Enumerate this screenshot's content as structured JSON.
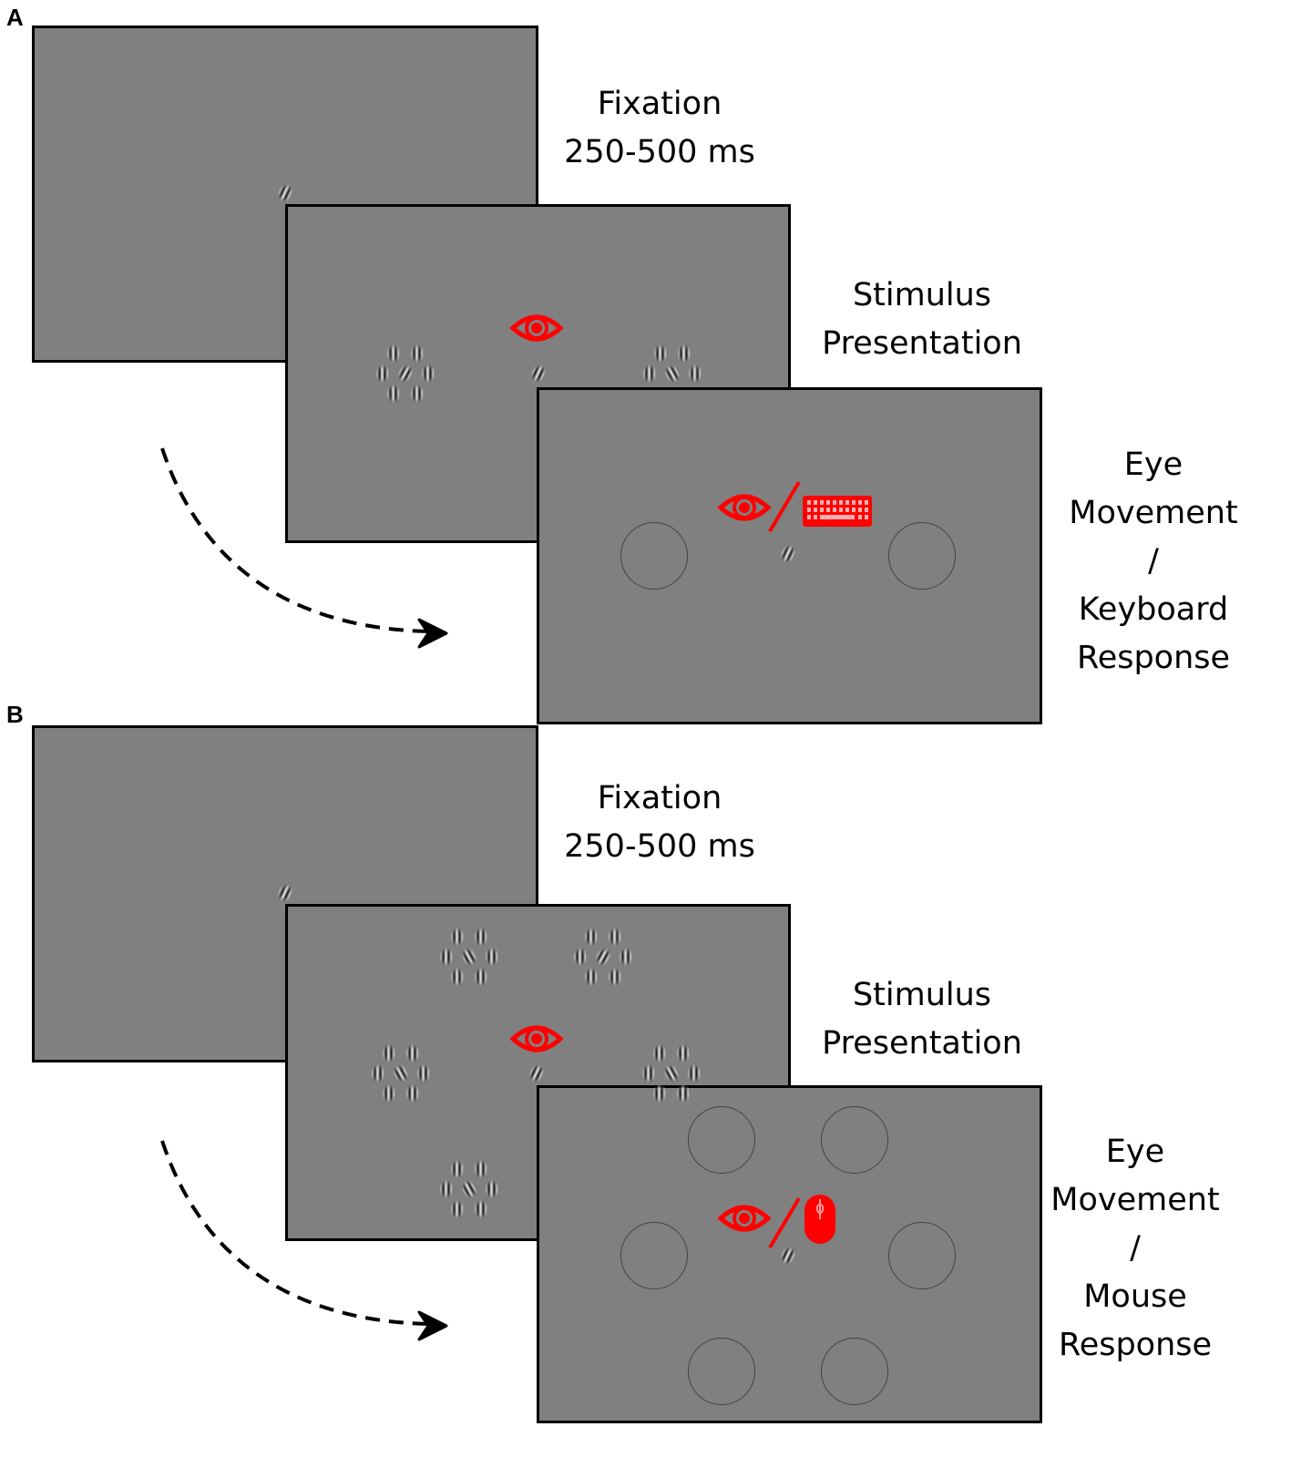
{
  "panels": [
    {
      "letter": "A",
      "fixation": {
        "title": "Fixation",
        "duration": "250-500 ms"
      },
      "stimulus": {
        "line1": "Stimulus",
        "line2": "Presentation"
      },
      "response": {
        "line1": "Eye",
        "line2": "Movement",
        "line3": "/",
        "line4": "Keyboard",
        "line5": "Response"
      },
      "response_device": "keyboard-icon"
    },
    {
      "letter": "B",
      "fixation": {
        "title": "Fixation",
        "duration": "250-500 ms"
      },
      "stimulus": {
        "line1": "Stimulus",
        "line2": "Presentation"
      },
      "response": {
        "line1": "Eye",
        "line2": "Movement",
        "line3": "/",
        "line4": "Mouse",
        "line5": "Response"
      },
      "response_device": "mouse-icon"
    }
  ],
  "colors": {
    "screen": "#808080",
    "icon": "#ff0000"
  }
}
